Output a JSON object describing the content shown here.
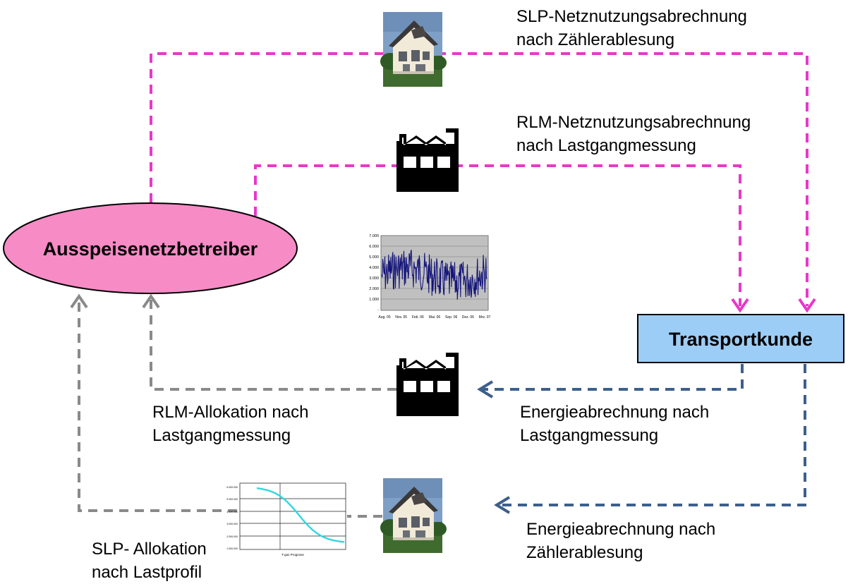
{
  "nodes": {
    "operator": "Ausspeisenetzbetreiber",
    "customer": "Transportkunde"
  },
  "labels": {
    "slp_network_billing": [
      "SLP-Netznutzungsabrechnung",
      "nach Zählerablesung"
    ],
    "rlm_network_billing": [
      "RLM-Netznutzungsabrechnung",
      "nach Lastgangmessung"
    ],
    "rlm_allocation": [
      "RLM-Allokation nach",
      "Lastgangmessung"
    ],
    "energy_billing_load": [
      "Energieabrechnung nach",
      "Lastgangmessung"
    ],
    "energy_billing_meter": [
      "Energieabrechnung nach",
      "Zählerablesung"
    ],
    "slp_allocation": [
      "SLP- Allokation",
      "nach Lastprofil"
    ]
  },
  "load_chart": {
    "y_ticks": [
      "7.000",
      "6.000",
      "5.000",
      "4.000",
      "3.000",
      "2.000",
      "1.000",
      "-"
    ],
    "x_ticks": [
      "Aug. 05",
      "Nov. 05",
      "Feb. 06",
      "Mai. 06",
      "Sep. 06",
      "Dez. 06",
      "Mrz. 07"
    ]
  },
  "profile_chart": {
    "x_label": "T-gas Prognose"
  },
  "icons": {
    "house": "house-icon",
    "factory": "factory-icon"
  },
  "colors": {
    "operator_fill": "#f68bc6",
    "customer_fill": "#9ccdf6",
    "magenta_arrow": "#e838c8",
    "blue_arrow": "#3d5f8c",
    "gray_arrow": "#8a8a8a",
    "load_series": "#14147a",
    "profile_series": "#2fd8e0"
  }
}
